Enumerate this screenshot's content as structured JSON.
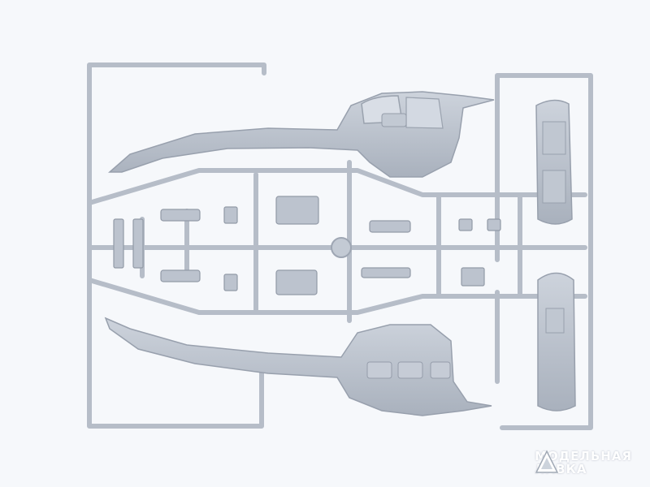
{
  "photo": {
    "subject": "plastic-model-sprue",
    "colors": {
      "background": "#f6f8fb",
      "plastic": "#b7bec9",
      "plastic_light": "#c9d0da",
      "plastic_dark": "#8f98a6"
    }
  },
  "watermark": {
    "line1": "МОДЕЛЬНАЯ",
    "line2": "ЛАВКА"
  }
}
